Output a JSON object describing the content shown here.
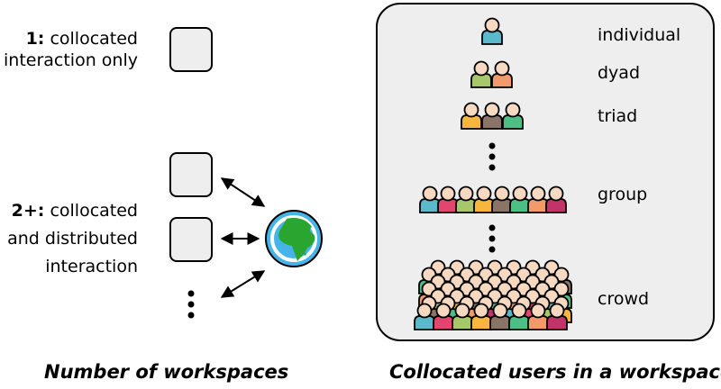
{
  "left": {
    "single": {
      "bold": "1:",
      "line1": " collocated",
      "line2": "interaction only"
    },
    "multi": {
      "bold": "2+:",
      "line1": " collocated",
      "line2": "and distributed",
      "line3": "interaction"
    },
    "caption": "Number of workspaces",
    "globe_icon": "earth-globe-icon"
  },
  "right": {
    "caption": "Collocated users in a workspace",
    "levels": [
      {
        "label": "individual",
        "count": 1
      },
      {
        "label": "dyad",
        "count": 2
      },
      {
        "label": "triad",
        "count": 3
      },
      {
        "label": "group",
        "count": 8
      },
      {
        "label": "crowd",
        "count": 60
      }
    ]
  },
  "colors": {
    "workspace_fill": "#eeeeee",
    "panel_fill": "#eeeeee",
    "skin": "#f6d9c0",
    "people": [
      "#5bb9cc",
      "#e2466e",
      "#a6c86a",
      "#f6b73c",
      "#8a7468",
      "#4cbf84",
      "#f39a6b",
      "#c2336a"
    ],
    "globe_ocean": "#45b4e8",
    "globe_land": "#2aa52f"
  }
}
